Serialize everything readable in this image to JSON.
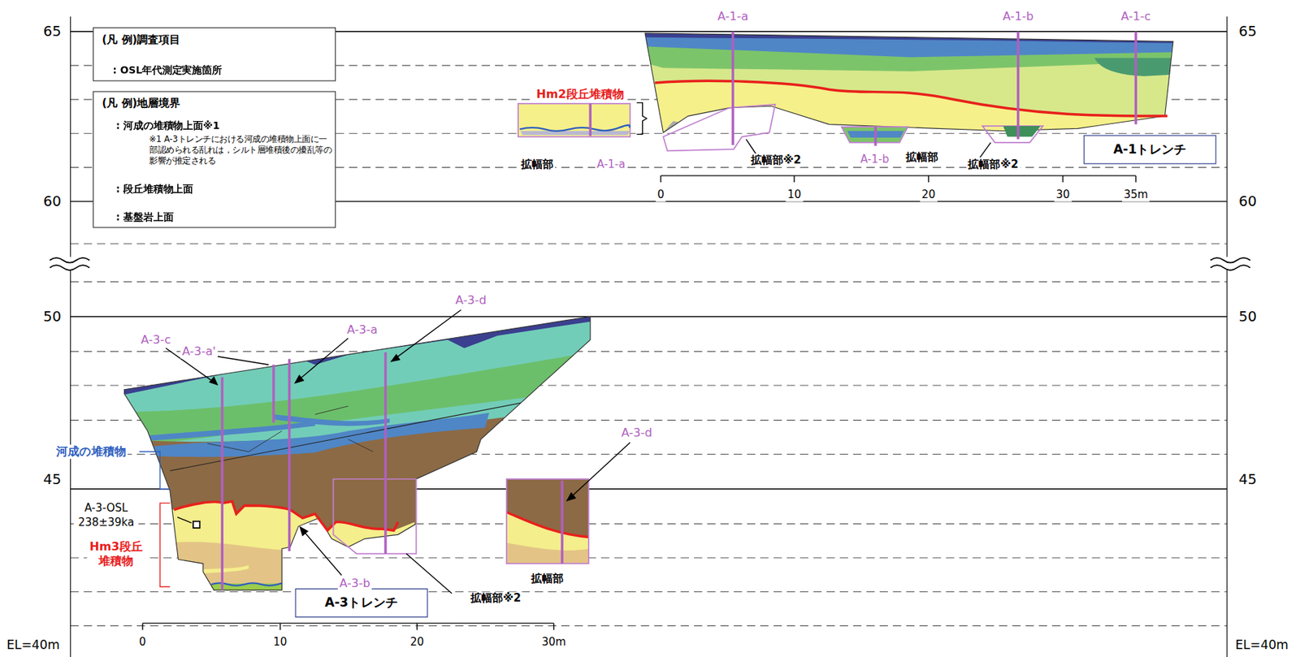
{
  "diagram": {
    "nodes": [
      {
        "text": [
          "(凡 例)調査項目"
        ]
      },
      {
        "text": [
          "(凡 例)地層境界"
        ]
      },
      {
        "text": [
          "A-1トレンチ"
        ]
      },
      {
        "text": [
          "A-3トレンチ"
        ]
      }
    ],
    "labels": [
      "65",
      "65",
      "60",
      "60",
      "50",
      "50",
      "45",
      "45",
      "EL=40m",
      "EL=40m",
      "※1 A-3トレンチにおける河成の堆積物上面に一部認められる乱れは，シルト層堆積後の擾乱等の影響が推定される",
      "A-1-a",
      "A-1-b",
      "A-1-c",
      "Hm2段丘堆積物",
      "拡幅部",
      "A-1-a",
      "拡幅部※2",
      "A-1-b",
      "拡幅部",
      "拡幅部※2",
      "0",
      "10",
      "20",
      "30",
      "35m",
      "A-3-d",
      "A-3-c",
      "A-3-a'",
      "A-3-a",
      "河成の堆積物",
      "A-3-OSL 238±39ka",
      "Hm3段丘 堆積物",
      "A-3-b",
      "拡幅部※2",
      "A-3-d",
      "拡幅部",
      "0",
      "10",
      "20",
      "30m"
    ],
    "legend": [
      {
        "text": ": OSL年代測定実施箇所"
      },
      {
        "text": ": 河成の堆積物上面※1"
      },
      {
        "text": ": 段丘堆積物上面"
      },
      {
        "text": ": 基盤岩上面"
      }
    ]
  }
}
